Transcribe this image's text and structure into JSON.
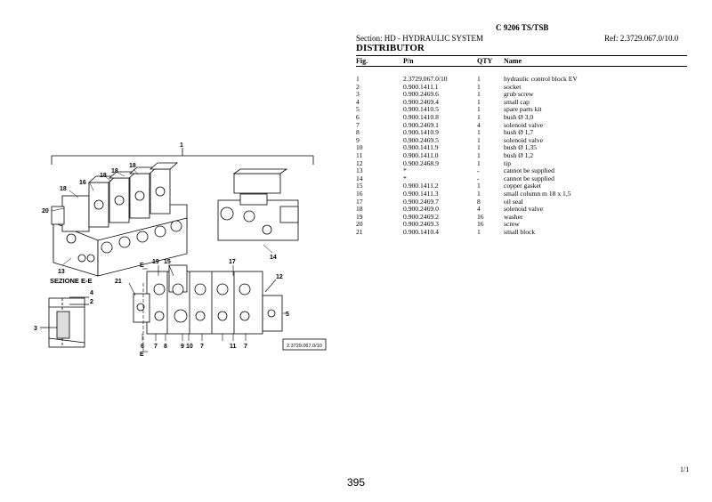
{
  "header": {
    "title": "C 9206 TS/TSB",
    "section": "Section: HD - HYDRAULIC SYSTEM",
    "ref": "Ref: 2.3729.067.0/10.0",
    "heading": "DISTRIBUTOR"
  },
  "table": {
    "columns": [
      "Fig.",
      "P/n",
      "QTY",
      "Name"
    ],
    "rows": [
      [
        "1",
        "2.3729.067.0/10",
        "1",
        "hydraulic control block EV"
      ],
      [
        "2",
        "0.900.1411.1",
        "1",
        "socket"
      ],
      [
        "3",
        "0.900.2469.6",
        "1",
        "grub screw"
      ],
      [
        "4",
        "0.900.2469.4",
        "1",
        "small cap"
      ],
      [
        "5",
        "0.900.1410.5",
        "1",
        "spare parts kit"
      ],
      [
        "6",
        "0.900.1410.8",
        "1",
        "bush Ø 3,0"
      ],
      [
        "7",
        "0.900.2469.1",
        "4",
        "solenoid valve"
      ],
      [
        "8",
        "0.900.1410.9",
        "1",
        "bush Ø 1,7"
      ],
      [
        "9",
        "0.900.2469.5",
        "1",
        "solenoid valve"
      ],
      [
        "10",
        "0.900.1411.9",
        "1",
        "bush Ø 1,35"
      ],
      [
        "11",
        "0.900.1411.0",
        "1",
        "bush Ø 1,2"
      ],
      [
        "12",
        "0.900.2468.9",
        "1",
        "tip"
      ],
      [
        "13",
        "*",
        "-",
        "cannot be supplied"
      ],
      [
        "14",
        "*",
        "-",
        "cannot be supplied"
      ],
      [
        "15",
        "0.900.1411.2",
        "1",
        "copper gasket"
      ],
      [
        "16",
        "0.900.1411.3",
        "1",
        "small column m 18 x 1,5"
      ],
      [
        "17",
        "0.900.2469.7",
        "8",
        "oil seal"
      ],
      [
        "18",
        "0.900.2469.0",
        "4",
        "solenoid valve"
      ],
      [
        "19",
        "0.900.2469.2",
        "16",
        "washer"
      ],
      [
        "20",
        "0.900.2469.3",
        "16",
        "screw"
      ],
      [
        "21",
        "0.900.1410.4",
        "1",
        "small block"
      ]
    ]
  },
  "diagram": {
    "section_label": "SEZIONE E-E",
    "part_number_box": "2.3729.067.0/10",
    "section_marker": "E",
    "callouts": {
      "top": "1",
      "iso_18a": "18",
      "iso_18b": "18",
      "iso_18c": "18",
      "iso_18d": "18",
      "iso_16": "16",
      "iso_20": "20",
      "iso_13": "13",
      "side_14": "14",
      "sec_4": "4",
      "sec_2": "2",
      "sec_3": "3",
      "front_19": "19",
      "front_15": "15",
      "front_17": "17",
      "front_21": "21",
      "front_12": "12",
      "front_5": "5",
      "front_6": "6",
      "front_7a": "7",
      "front_8": "8",
      "front_9": "9",
      "front_10": "10",
      "front_7b": "7",
      "front_11": "11",
      "front_7c": "7"
    }
  },
  "footer": {
    "page_of": "1/1",
    "page_number": "395"
  }
}
